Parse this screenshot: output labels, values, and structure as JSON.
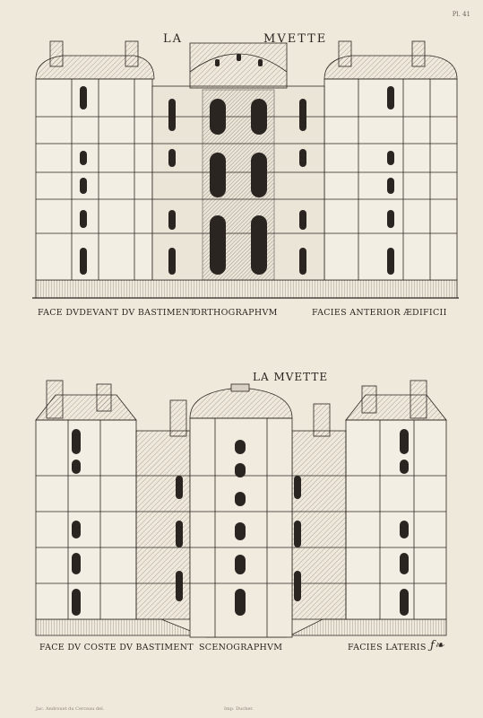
{
  "plate": {
    "number": "Pl. 41"
  },
  "top_view": {
    "title_left": "LA",
    "title_right": "MVETTE",
    "caption_left": "FACE DVDEVANT DV BASTIMENT",
    "caption_center": "ORTHOGRAPHVM",
    "caption_right": "FACIES ANTERIOR ÆDIFICII"
  },
  "bottom_view": {
    "title": "LA MVETTE",
    "caption_left": "FACE DV COSTE DV BASTIMENT",
    "caption_center": "SCENOGRAPHVM",
    "caption_right": "FACIES LATERIS"
  },
  "credits": {
    "left": "Jac. Androuet du Cerceau del.",
    "center": "Imp. Ducher."
  },
  "signature": "ƒ❧"
}
